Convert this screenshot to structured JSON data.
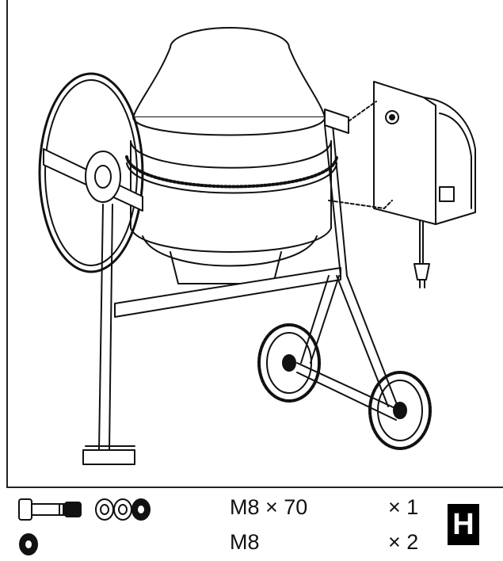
{
  "parts": [
    {
      "spec": "M8 × 70",
      "qty": "× 1",
      "icon": "bolt-washer-nut-icon"
    },
    {
      "spec": "M8",
      "qty": "× 2",
      "icon": "nut-icon"
    }
  ],
  "step_label": "H"
}
